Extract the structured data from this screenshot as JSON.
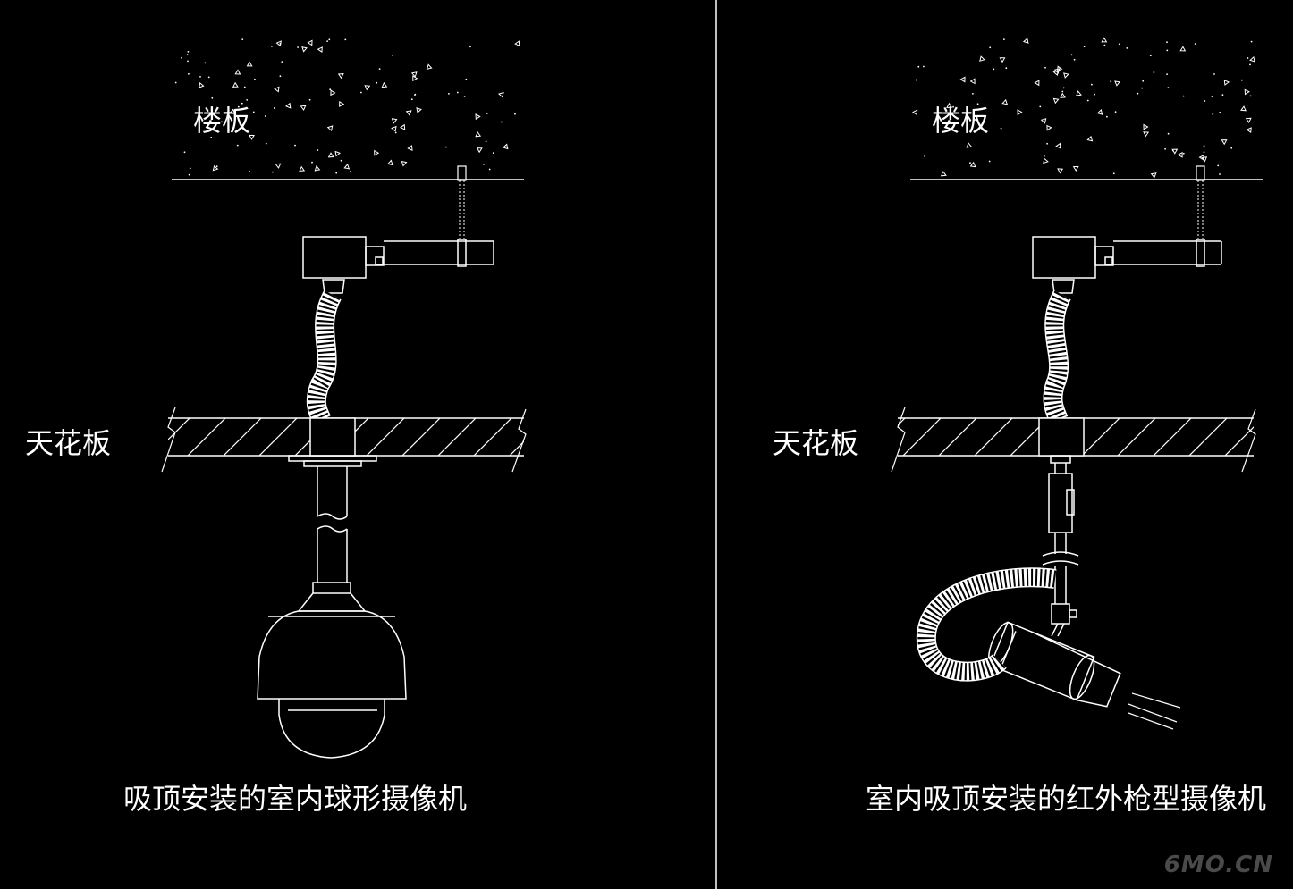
{
  "left_panel": {
    "floor_label": "楼板",
    "ceiling_label": "天花板",
    "caption": "吸顶安装的室内球形摄像机"
  },
  "right_panel": {
    "floor_label": "楼板",
    "ceiling_label": "天花板",
    "caption": "室内吸顶安装的红外枪型摄像机"
  },
  "watermark": "6MO.CN",
  "colors": {
    "background": "#000000",
    "line": "#ffffff",
    "watermark": "#4a4a4a"
  }
}
